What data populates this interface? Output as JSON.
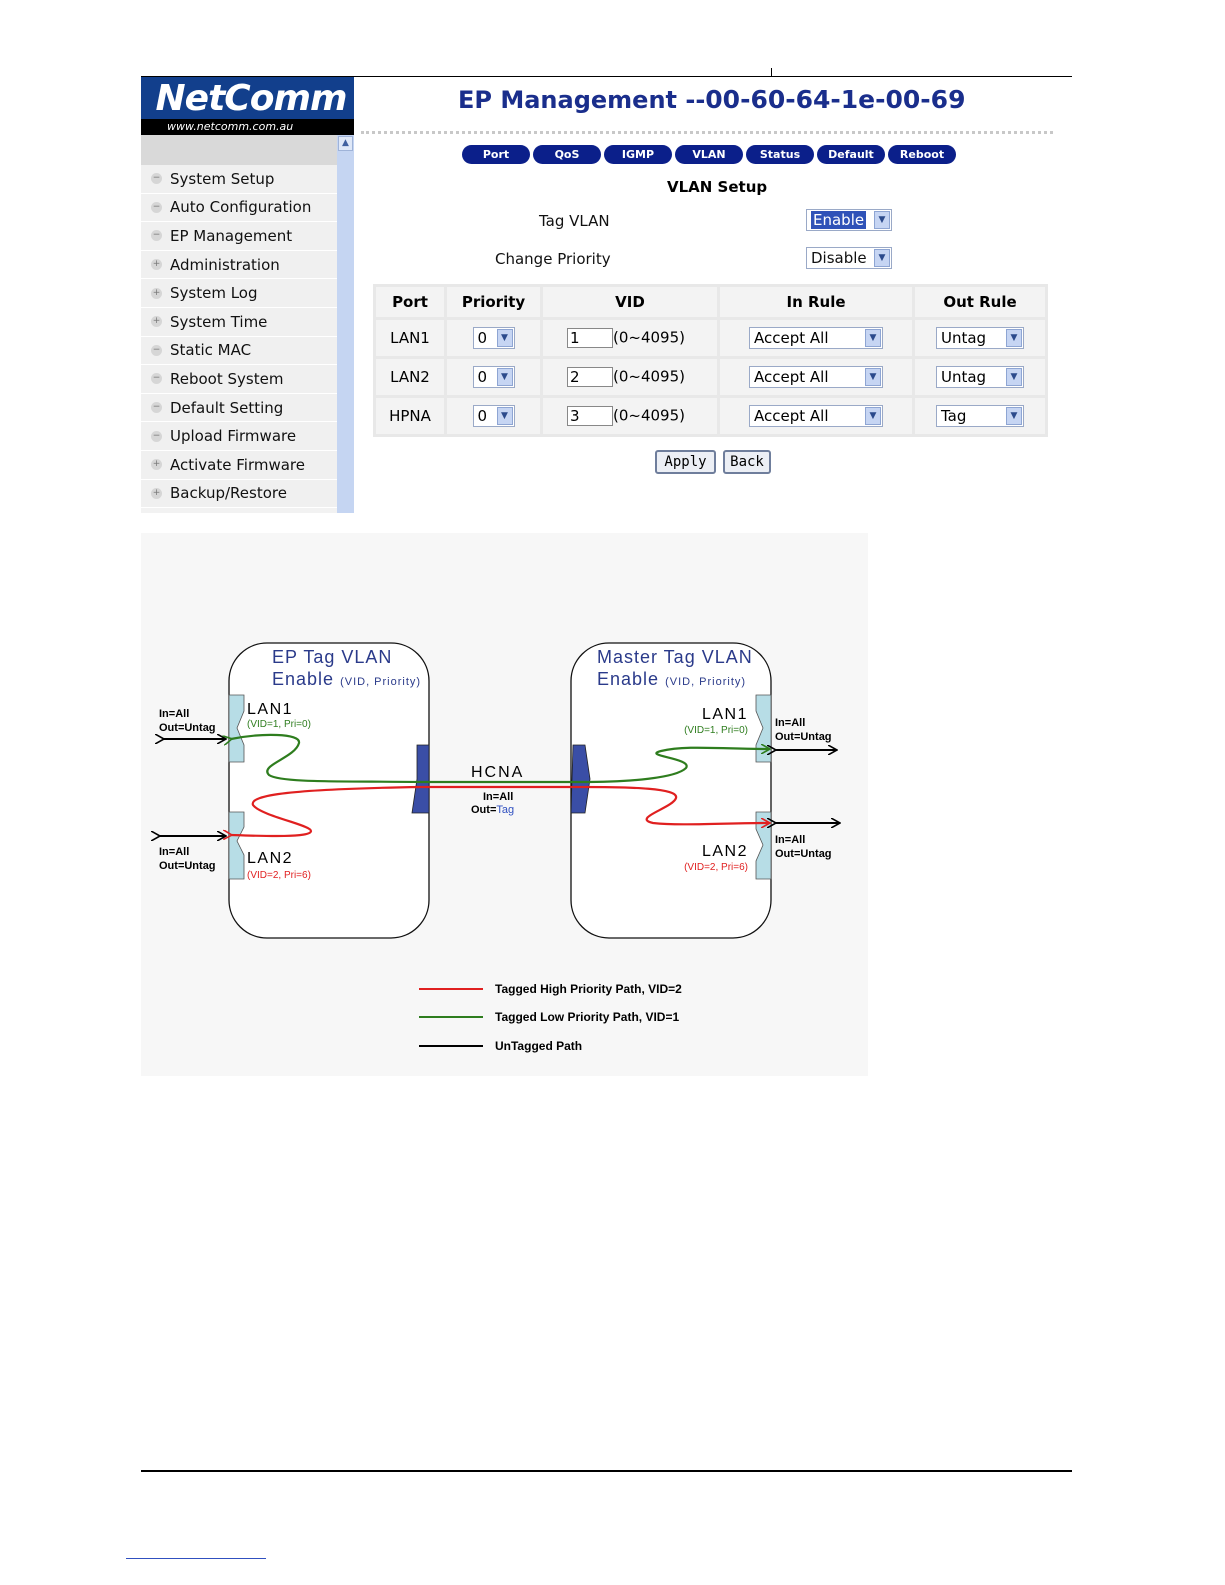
{
  "logo": {
    "brand": "NetComm",
    "url": "www.netcomm.com.au"
  },
  "sidebar": {
    "items": [
      {
        "label": "System Setup",
        "mark": "−"
      },
      {
        "label": "Auto Configuration",
        "mark": "−"
      },
      {
        "label": "EP Management",
        "mark": "−"
      },
      {
        "label": "Administration",
        "mark": "+"
      },
      {
        "label": "System Log",
        "mark": "+"
      },
      {
        "label": "System Time",
        "mark": "+"
      },
      {
        "label": "Static MAC",
        "mark": "−"
      },
      {
        "label": "Reboot System",
        "mark": "−"
      },
      {
        "label": "Default Setting",
        "mark": "−"
      },
      {
        "label": "Upload Firmware",
        "mark": "−"
      },
      {
        "label": "Activate Firmware",
        "mark": "+"
      },
      {
        "label": "Backup/Restore",
        "mark": "+"
      }
    ]
  },
  "header": {
    "title": "EP Management --",
    "mac": "00-60-64-1e-00-69"
  },
  "tabs": [
    "Port",
    "QoS",
    "IGMP",
    "VLAN",
    "Status",
    "Default",
    "Reboot"
  ],
  "vlan": {
    "heading": "VLAN Setup",
    "tag_vlan_label": "Tag VLAN",
    "tag_vlan_value": "Enable",
    "change_priority_label": "Change Priority",
    "change_priority_value": "Disable",
    "columns": [
      "Port",
      "Priority",
      "VID",
      "In Rule",
      "Out Rule"
    ],
    "vid_range": "(0~4095)",
    "rows": [
      {
        "port": "LAN1",
        "priority": "0",
        "vid": "1",
        "in_rule": "Accept All",
        "out_rule": "Untag"
      },
      {
        "port": "LAN2",
        "priority": "0",
        "vid": "2",
        "in_rule": "Accept All",
        "out_rule": "Untag"
      },
      {
        "port": "HPNA",
        "priority": "0",
        "vid": "3",
        "in_rule": "Accept All",
        "out_rule": "Tag"
      }
    ],
    "apply": "Apply",
    "back": "Back"
  },
  "diagram": {
    "left_box": {
      "title": "EP Tag VLAN",
      "subtitle": "Enable",
      "subnote": "(VID, Priority)"
    },
    "right_box": {
      "title": "Master Tag VLAN",
      "subtitle": "Enable",
      "subnote": "(VID, Priority)"
    },
    "lan1": "LAN1",
    "lan2": "LAN2",
    "lan1_params": "(VID=1, Pri=0)",
    "lan2_params": "(VID=2, Pri=6)",
    "in_all": "In=All",
    "out_untag": "Out=Untag",
    "hcna": "HCNA",
    "hcna_in": "In=All",
    "hcna_out_label": "Out=",
    "hcna_out_value": "Tag",
    "legend": [
      {
        "label": "Tagged High Priority Path, VID=2",
        "color": "#e02020"
      },
      {
        "label": "Tagged Low Priority Path, VID=1",
        "color": "#2e7d1e"
      },
      {
        "label": "UnTagged Path",
        "color": "#000000"
      }
    ]
  },
  "colors": {
    "title_blue": "#1a2e8c",
    "tab_blue": "#0b1f8a",
    "low_path": "#2e7d1e",
    "high_path": "#e02020"
  }
}
